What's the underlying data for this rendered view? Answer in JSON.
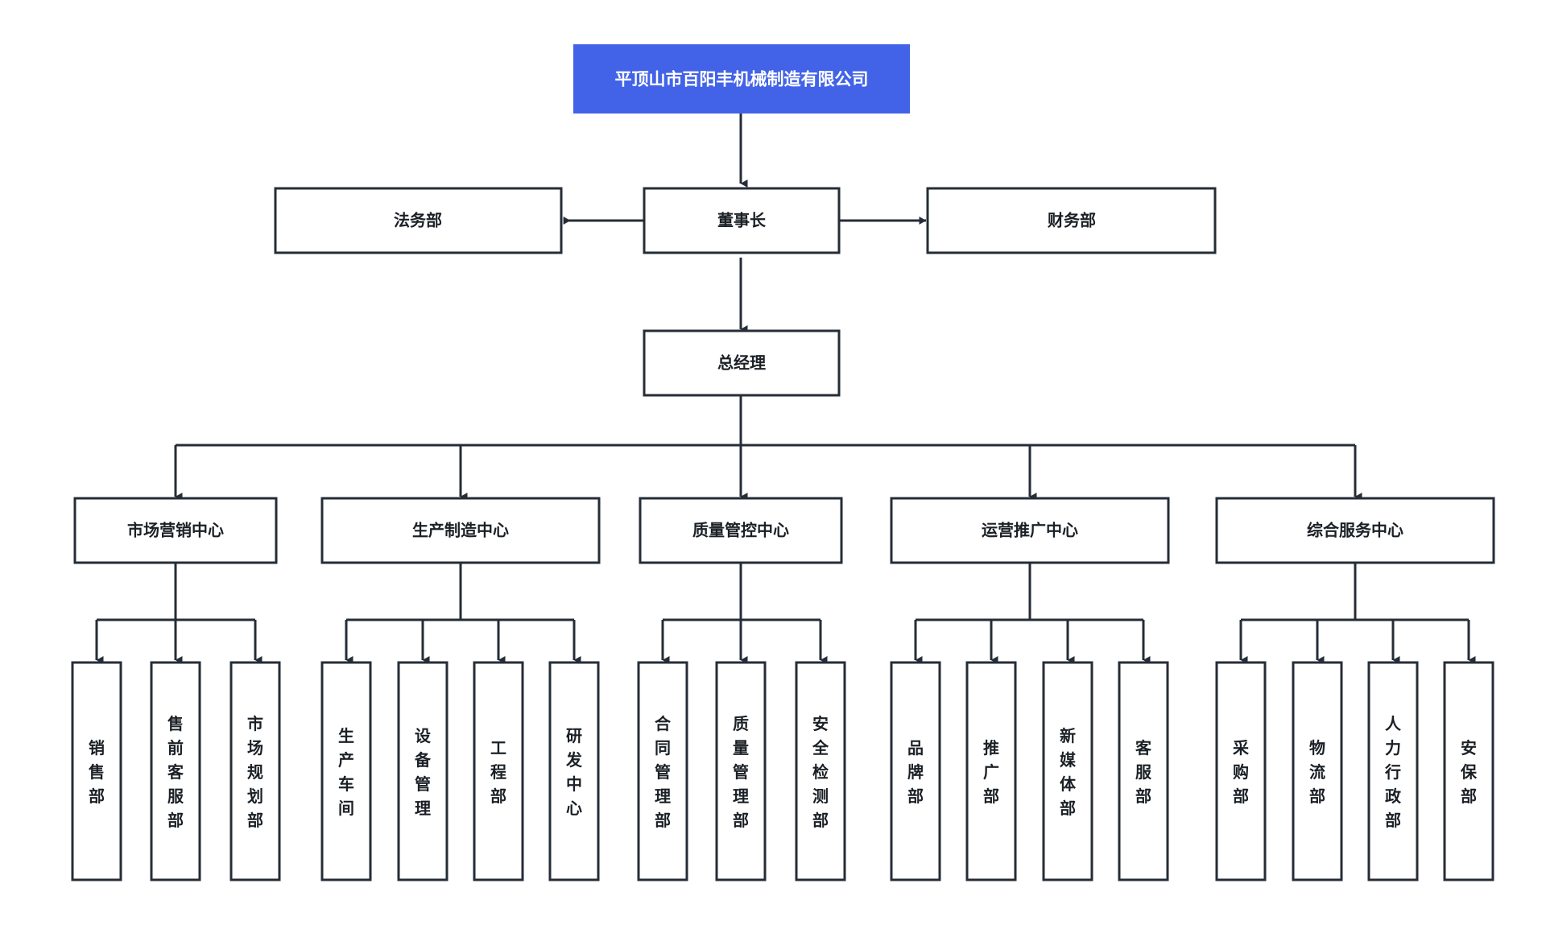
{
  "chart_data": {
    "type": "diagram",
    "diagram_kind": "organization-chart",
    "title": "平顶山市百阳丰机械制造有限公司",
    "orientation": "top-down",
    "colors": {
      "root_fill": "#4263e8",
      "root_text": "#ffffff",
      "box_stroke": "#252d37",
      "box_fill": "#ffffff",
      "connector": "#252d37",
      "background": "#ffffff"
    }
  },
  "root": {
    "label": "平顶山市百阳丰机械制造有限公司"
  },
  "level1": {
    "chairman": "董事长",
    "left_staff": "法务部",
    "right_staff": "财务部"
  },
  "level2": {
    "general_manager": "总经理"
  },
  "centers": [
    {
      "label": "市场营销中心",
      "children": [
        "销售部",
        "售前客服部",
        "市场规划部"
      ]
    },
    {
      "label": "生产制造中心",
      "children": [
        "生产车间",
        "设备管理",
        "工程部",
        "研发中心"
      ]
    },
    {
      "label": "质量管控中心",
      "children": [
        "合同管理部",
        "质量管理部",
        "安全检测部"
      ]
    },
    {
      "label": "运营推广中心",
      "children": [
        "品牌部",
        "推广部",
        "新媒体部",
        "客服部"
      ]
    },
    {
      "label": "综合服务中心",
      "children": [
        "采购部",
        "物流部",
        "人力行政部",
        "安保部"
      ]
    }
  ]
}
